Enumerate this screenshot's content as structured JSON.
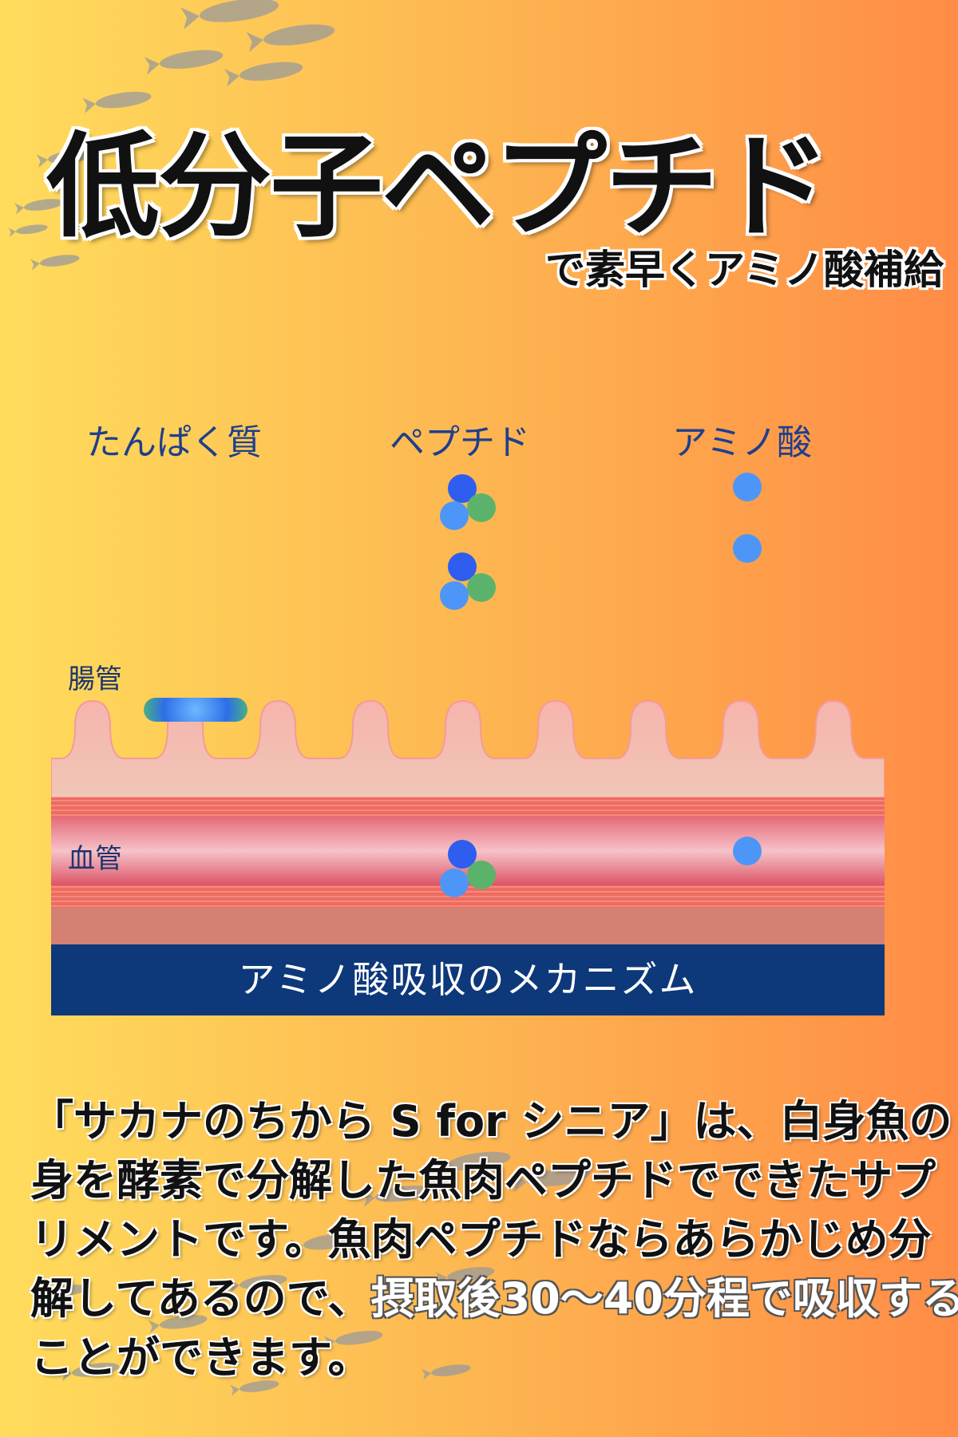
{
  "title": "低分子ペプチド",
  "subtitle": "で素早くアミノ酸補給",
  "diagram": {
    "labels": [
      "たんぱく質",
      "ペプチド",
      "アミノ酸"
    ],
    "intestine_label": "腸管",
    "vessel_label": "血管",
    "caption": "アミノ酸吸収のメカニズム",
    "colors": {
      "dark_blue": "#2f5df0",
      "light_blue": "#4d96f7",
      "green": "#5bb36b",
      "navy": "#0d387a"
    }
  },
  "paragraph": [
    [
      {
        "t": "「サカナのちから S for シニア」は、白身魚の"
      }
    ],
    [
      {
        "t": "身を酵素で分解した魚肉ペプチドでできたサプ"
      }
    ],
    [
      {
        "t": "リメントです。魚肉ペプチドならあらかじめ分"
      }
    ],
    [
      {
        "t": "解してあるので、"
      },
      {
        "t": "摂取後30～40分程で吸収する",
        "h": true
      }
    ],
    [
      {
        "t": "ことができます。"
      }
    ]
  ],
  "background": {
    "left": "#ffdc5c",
    "right": "#ff8c46"
  }
}
